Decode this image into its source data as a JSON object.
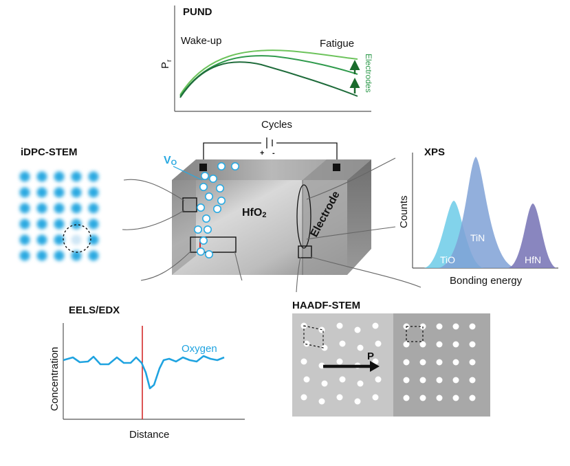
{
  "colors": {
    "pund_dark": "#1e6b3a",
    "pund_mid": "#2f9a4c",
    "pund_light": "#6cc35b",
    "arrow_green": "#1a6b2c",
    "vacancy_blue": "#29a9e1",
    "eels_line": "#1fa3e0",
    "eels_marker": "#d42a2a",
    "xps_tio": "#6ccbe8",
    "xps_tin": "#7fa1d6",
    "xps_hfn": "#7c79b8",
    "haadf_left": "#c7c7c7",
    "haadf_right": "#a8a8a8",
    "block": "#9a9a9a"
  },
  "pund": {
    "title": "PUND",
    "ylabel": "P",
    "ylabel_sub": "r",
    "xlabel": "Cycles",
    "wake_label": "Wake-up",
    "fatigue_label": "Fatigue",
    "electrodes_label": "Electrodes"
  },
  "idpc": {
    "title": "iDPC-STEM"
  },
  "device": {
    "vo_label": "V",
    "vo_sub": "O",
    "material_label": "HfO",
    "material_sub": "2",
    "electrode_label": "Electrode",
    "plus": "+",
    "minus": "-"
  },
  "xps": {
    "title": "XPS",
    "ylabel": "Counts",
    "xlabel": "Bonding energy",
    "peaks": [
      {
        "name": "TiO",
        "label": "TiO"
      },
      {
        "name": "TiN",
        "label": "TiN"
      },
      {
        "name": "HfN",
        "label": "HfN"
      }
    ]
  },
  "eels": {
    "title": "EELS/EDX",
    "ylabel": "Concentration",
    "xlabel": "Distance",
    "series_label": "Oxygen"
  },
  "haadf": {
    "title": "HAADF-STEM",
    "arrow_label": "P"
  }
}
